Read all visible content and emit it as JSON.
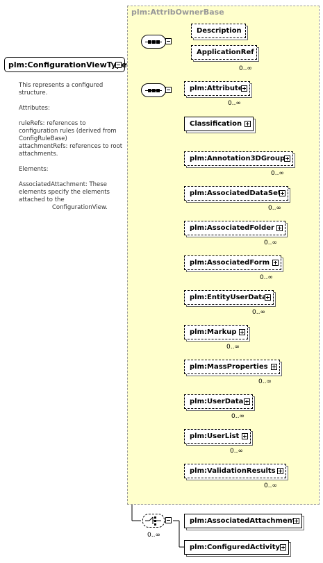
{
  "group": {
    "title": "plm:AttribOwnerBase"
  },
  "root": {
    "label": "plm:ConfigurationViewType"
  },
  "description": {
    "paragraphs": [
      "This represents a configured structure.",
      "Attributes:",
      "ruleRefs:        references to configuration rules (derived from ConfigRuleBase)",
      "attachmentRefs: references to root attachments.",
      "Elements:",
      "AssociatedAttachment: These elements specify the elements attached to the",
      "ConfigurationView."
    ]
  },
  "group_elements": [
    {
      "label": "Description",
      "card": ""
    },
    {
      "label": "ApplicationRef",
      "card": "0..∞"
    }
  ],
  "attr_elements": [
    {
      "label": "plm:Attribute",
      "card": "0..∞"
    },
    {
      "label": "Classification",
      "card": ""
    },
    {
      "label": "plm:Annotation3DGroup",
      "card": "0..∞"
    },
    {
      "label": "plm:AssociatedDataSet",
      "card": "0..∞"
    },
    {
      "label": "plm:AssociatedFolder",
      "card": "0..∞"
    },
    {
      "label": "plm:AssociatedForm",
      "card": "0..∞"
    },
    {
      "label": "plm:EntityUserData",
      "card": "0..∞"
    },
    {
      "label": "plm:Markup",
      "card": "0..∞"
    },
    {
      "label": "plm:MassProperties",
      "card": "0..∞"
    },
    {
      "label": "plm:UserData",
      "card": "0..∞"
    },
    {
      "label": "plm:UserList",
      "card": "0..∞"
    },
    {
      "label": "plm:ValidationResults",
      "card": "0..∞"
    }
  ],
  "choice": {
    "card": "0..∞"
  },
  "choice_elements": [
    {
      "label": "plm:AssociatedAttachment"
    },
    {
      "label": "plm:ConfiguredActivity"
    }
  ]
}
